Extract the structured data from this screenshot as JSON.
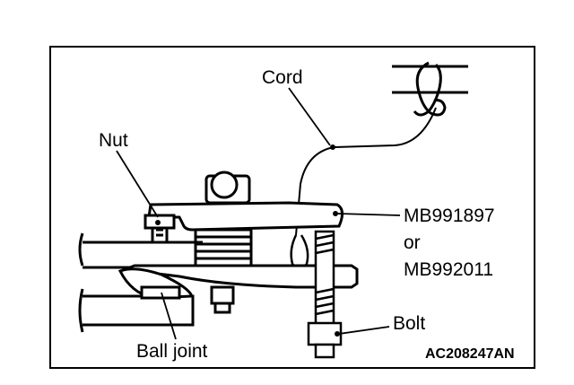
{
  "labels": {
    "cord": "Cord",
    "nut": "Nut",
    "tool_primary": "MB991897",
    "tool_or": "or",
    "tool_alt": "MB992011",
    "bolt": "Bolt",
    "ball_joint": "Ball joint"
  },
  "figure_code": "AC208247AN"
}
